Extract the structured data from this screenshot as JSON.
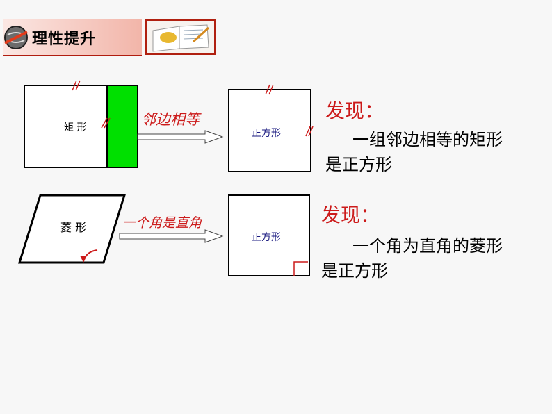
{
  "header": {
    "title": "理性提升"
  },
  "section1": {
    "shape_label": "矩 形",
    "condition": "邻边相等",
    "result_label": "正方形",
    "finding_head": "发现：",
    "finding_line1": "一组邻边相等的矩形",
    "finding_line2": "是正方形"
  },
  "section2": {
    "shape_label": "菱  形",
    "condition": "一个角是直角",
    "result_label": "正方形",
    "finding_head": "发现：",
    "finding_line1": "一个角为直角的菱形",
    "finding_line2": "是正方形"
  },
  "colors": {
    "accent_red": "#cc1a1a",
    "green": "#00e000",
    "square_text": "#1a1a80"
  }
}
